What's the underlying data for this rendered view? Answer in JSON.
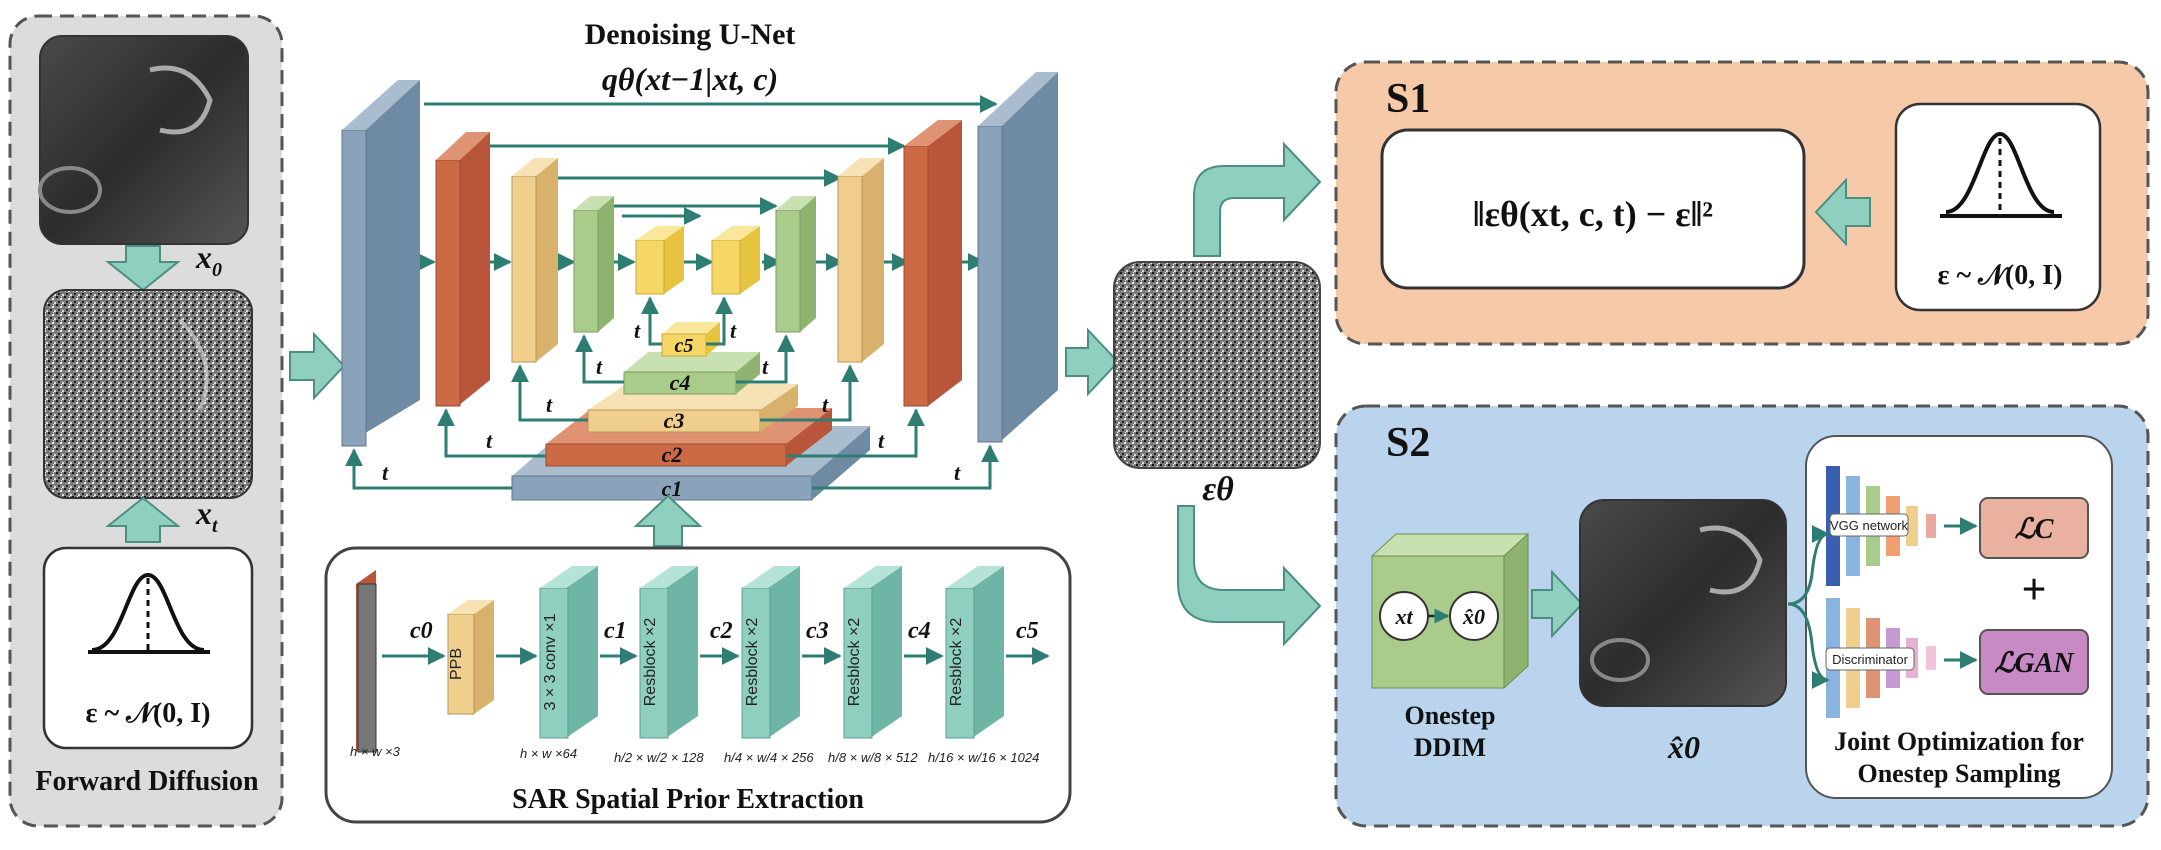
{
  "forward": {
    "title": "Forward Diffusion",
    "x0": "x",
    "x0_sub": "0",
    "xt": "x",
    "xt_sub": "t",
    "noise_eq": "ε ~ 𝒩(0, I)"
  },
  "unet": {
    "title": "Denoising U-Net",
    "formula": "qθ(xt−1|xt, c)",
    "t": "t",
    "c1": "c1",
    "c2": "c2",
    "c3": "c3",
    "c4": "c4",
    "c5": "c5"
  },
  "extract": {
    "title": "SAR Spatial Prior Extraction",
    "ppb": "PPB",
    "conv": "3 × 3 conv ×1",
    "resblock": "Resblock ×2",
    "c0": "c0",
    "c1": "c1",
    "c2": "c2",
    "c3": "c3",
    "c4": "c4",
    "c5": "c5",
    "dim0": "h × w ×3",
    "dim1": "h × w ×64",
    "dim2": "h/2 × w/2 × 128",
    "dim3": "h/4 × w/4 × 256",
    "dim4": "h/8 × w/8 × 512",
    "dim5": "h/16 × w/16 × 1024"
  },
  "eps": {
    "label": "εθ"
  },
  "s1": {
    "title": "S1",
    "loss": "‖εθ(xt, c, t) − ε‖²",
    "noise_eq": "ε ~ 𝒩(0, I)"
  },
  "s2": {
    "title": "S2",
    "ddim_l1": "Onestep",
    "ddim_l2": "DDIM",
    "xt": "xt",
    "x0hat": "x̂0",
    "x0hat_label": "x̂0",
    "vgg": "VGG network",
    "disc": "Discriminator",
    "lc": "ℒC",
    "lgan": "ℒGAN",
    "plus": "+",
    "joint_l1": "Joint Optimization for",
    "joint_l2": "Onestep Sampling"
  },
  "colors": {
    "teal": "#8ecfc0",
    "teal_arrow": "#2e7d73",
    "steel": "#7f97ad",
    "rust": "#cc6a45",
    "sand": "#f0cf8e",
    "green": "#a9cc8a",
    "yellow": "#f6d766",
    "s1_bg": "#f6c9a8",
    "s2_bg": "#b9d4ec",
    "gray_bg": "#dcdcdc"
  }
}
